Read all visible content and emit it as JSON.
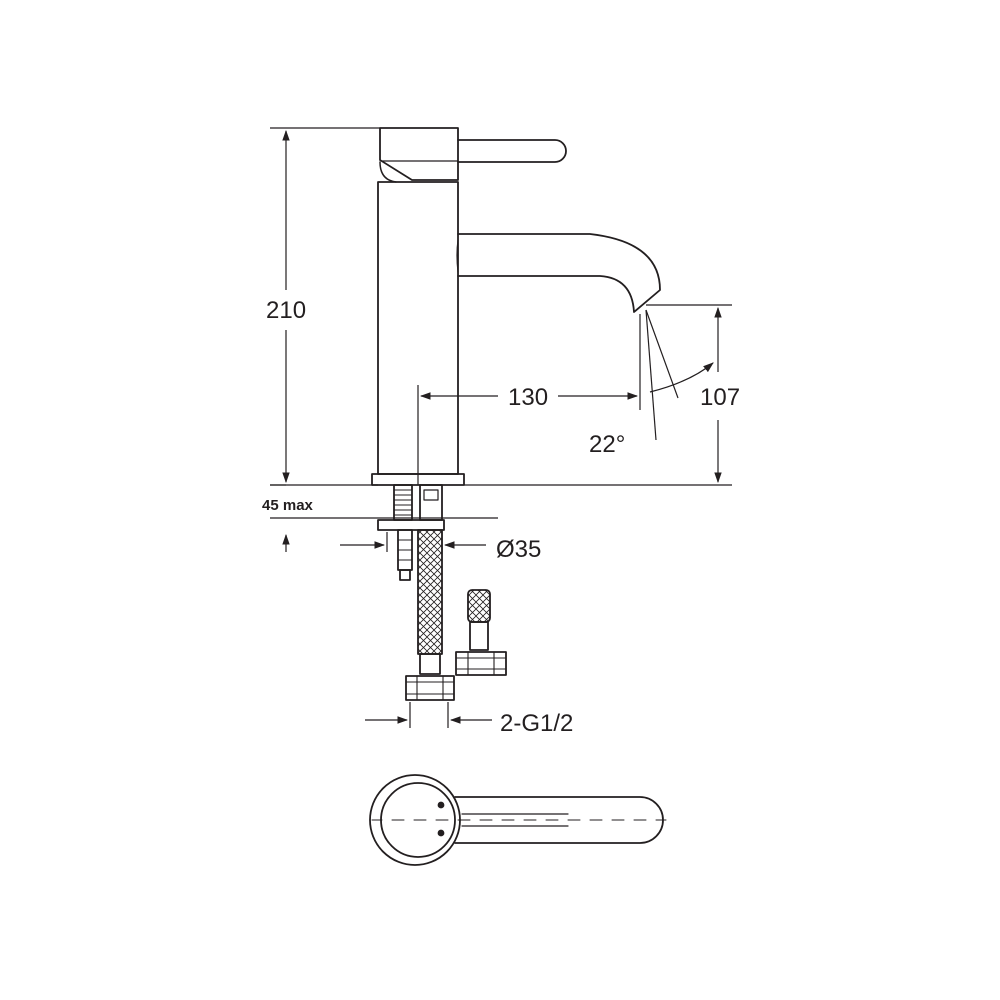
{
  "diagram": {
    "colors": {
      "line": "#231f20",
      "background": "#ffffff"
    },
    "dimensions": {
      "height_total": "210",
      "reach": "130",
      "spout_height": "107",
      "spout_angle": "22°",
      "deck_thickness": "45 max",
      "hole_diameter": "Ø35",
      "inlet_thread": "2-G1/2"
    }
  }
}
